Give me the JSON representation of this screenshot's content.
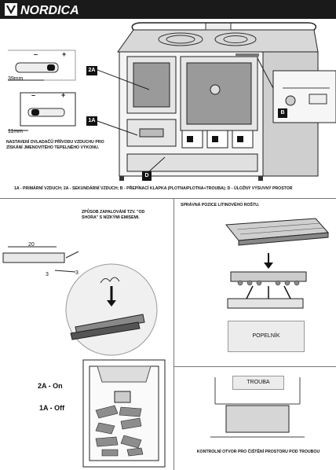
{
  "brand": {
    "logo_text": "NORDICA"
  },
  "top": {
    "label_2a": "2A",
    "label_1a": "1A",
    "label_b": "B",
    "label_d": "D",
    "measure_39": "39mm",
    "measure_11": "11mm",
    "minus": "–",
    "plus": "+",
    "note": "NASTAVENÍ OVLADAČŮ PŘÍVODU VZDUCHU PRO ZÍSKÁNÍ JMENOVITÉHO TEPELNÉHO VÝKONU.",
    "caption": "1A - PRIMÁRNÍ VZDUCH; 2A - SEKUNDÁRNÍ VZDUCH; B - PŘEPÍNACÍ KLAPKA  (PLOTNA/PLOTNA+TROUBA); D - ÚLOŽNÝ VÝSUVNÝ PROSTOR"
  },
  "left": {
    "title": "ZPŮSOB ZAPALOVÁNÍ TZV. \"OD SHORA\" S NÍZKÝMI EMISEMI.",
    "dim_20": "20",
    "dim_3a": "3",
    "dim_3b": "3",
    "on_label": "2A - On",
    "off_label": "1A - Off"
  },
  "right": {
    "grate_title": "SPRÁVNÁ POZICE LITINOVÉHO ROŠTU.",
    "ash_label": "POPELNÍK",
    "oven_label": "TROUBA",
    "oven_caption": "KONTROLNÍ OTVOR PRO ČIŠTĚNÍ PROSTORU POD TROUBOU"
  }
}
